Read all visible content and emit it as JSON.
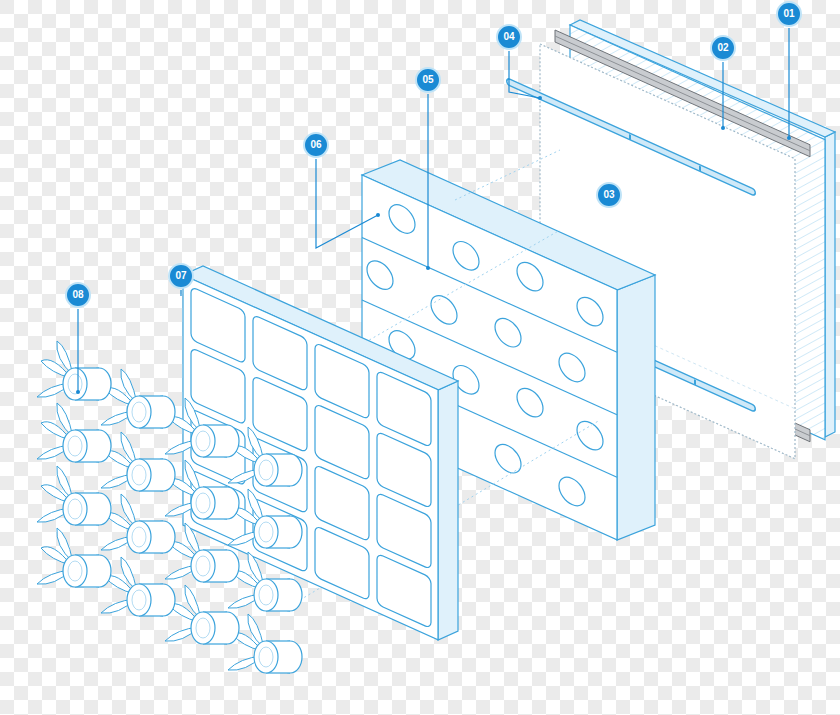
{
  "diagram": {
    "labels": [
      "01",
      "02",
      "03",
      "04",
      "05",
      "06",
      "07",
      "08"
    ]
  }
}
